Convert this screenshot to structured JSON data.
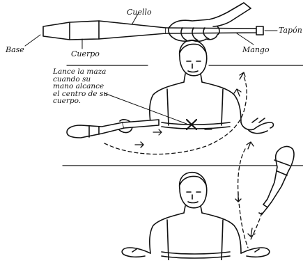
{
  "labels": {
    "cuello": "Cuello",
    "tapon": "Tapón",
    "base": "Base",
    "cuerpo": "Cuerpo",
    "mango": "Mango"
  },
  "instruction": {
    "lines": [
      "Lance la maza",
      "cuando su",
      "mano alcance",
      "el centro de su",
      "cuerpo."
    ]
  }
}
